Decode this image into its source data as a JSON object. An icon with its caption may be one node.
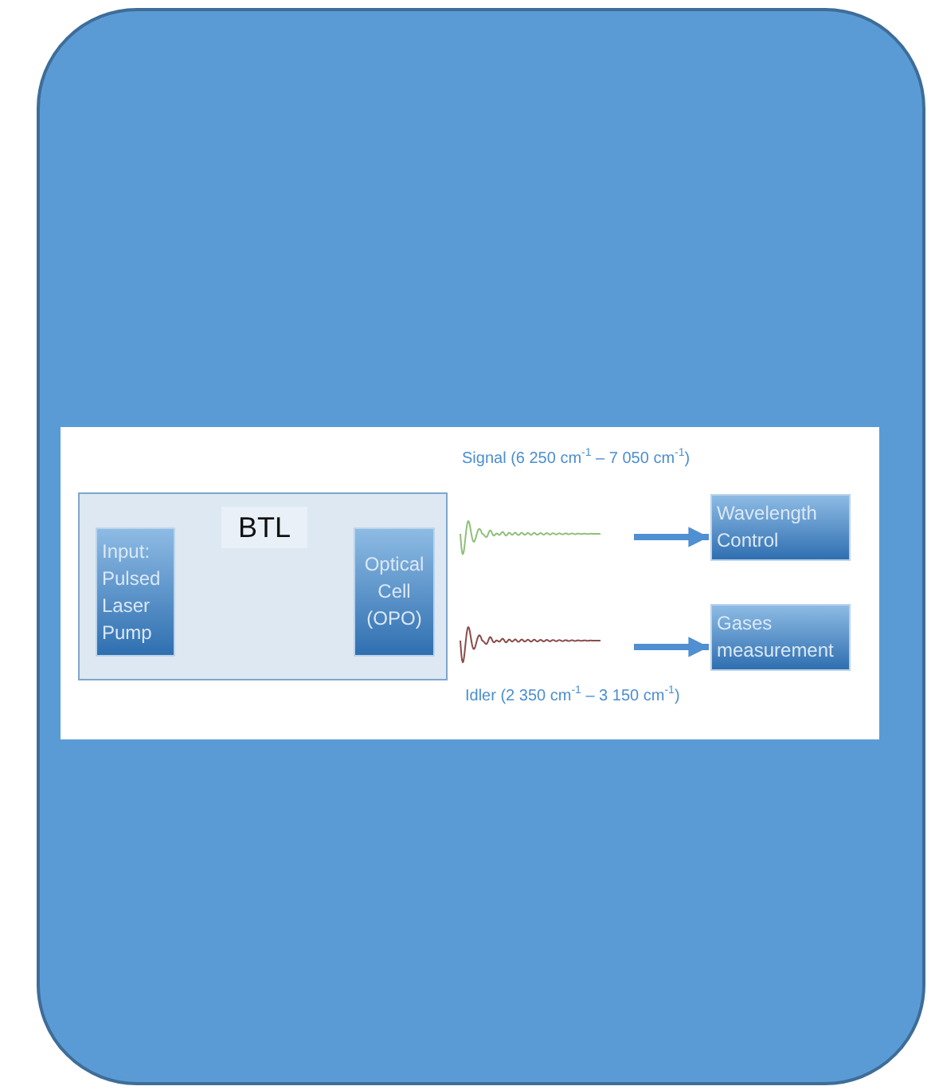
{
  "diagram": {
    "nodes": [
      {
        "text": [
          "BTL"
        ]
      },
      {
        "text": [
          "Input: Pulsed Laser Pump"
        ],
        "in": 0
      },
      {
        "text": [
          "Optical Cell (OPO)"
        ],
        "in": 0
      },
      {
        "text": [
          "Wavelength Control"
        ]
      },
      {
        "text": [
          "Gases measurement"
        ]
      }
    ],
    "edges": [
      {
        "from": null,
        "to": 3,
        "arrow": "to"
      },
      {
        "from": null,
        "to": 4,
        "arrow": "to"
      }
    ],
    "labels": [
      "Signal (6 250 cm$^{-1}$ – 7 050 cm$^{-1}$)",
      "Idler (2 350 cm$^{-1}$ – 3 150 cm$^{-1}$)"
    ]
  }
}
